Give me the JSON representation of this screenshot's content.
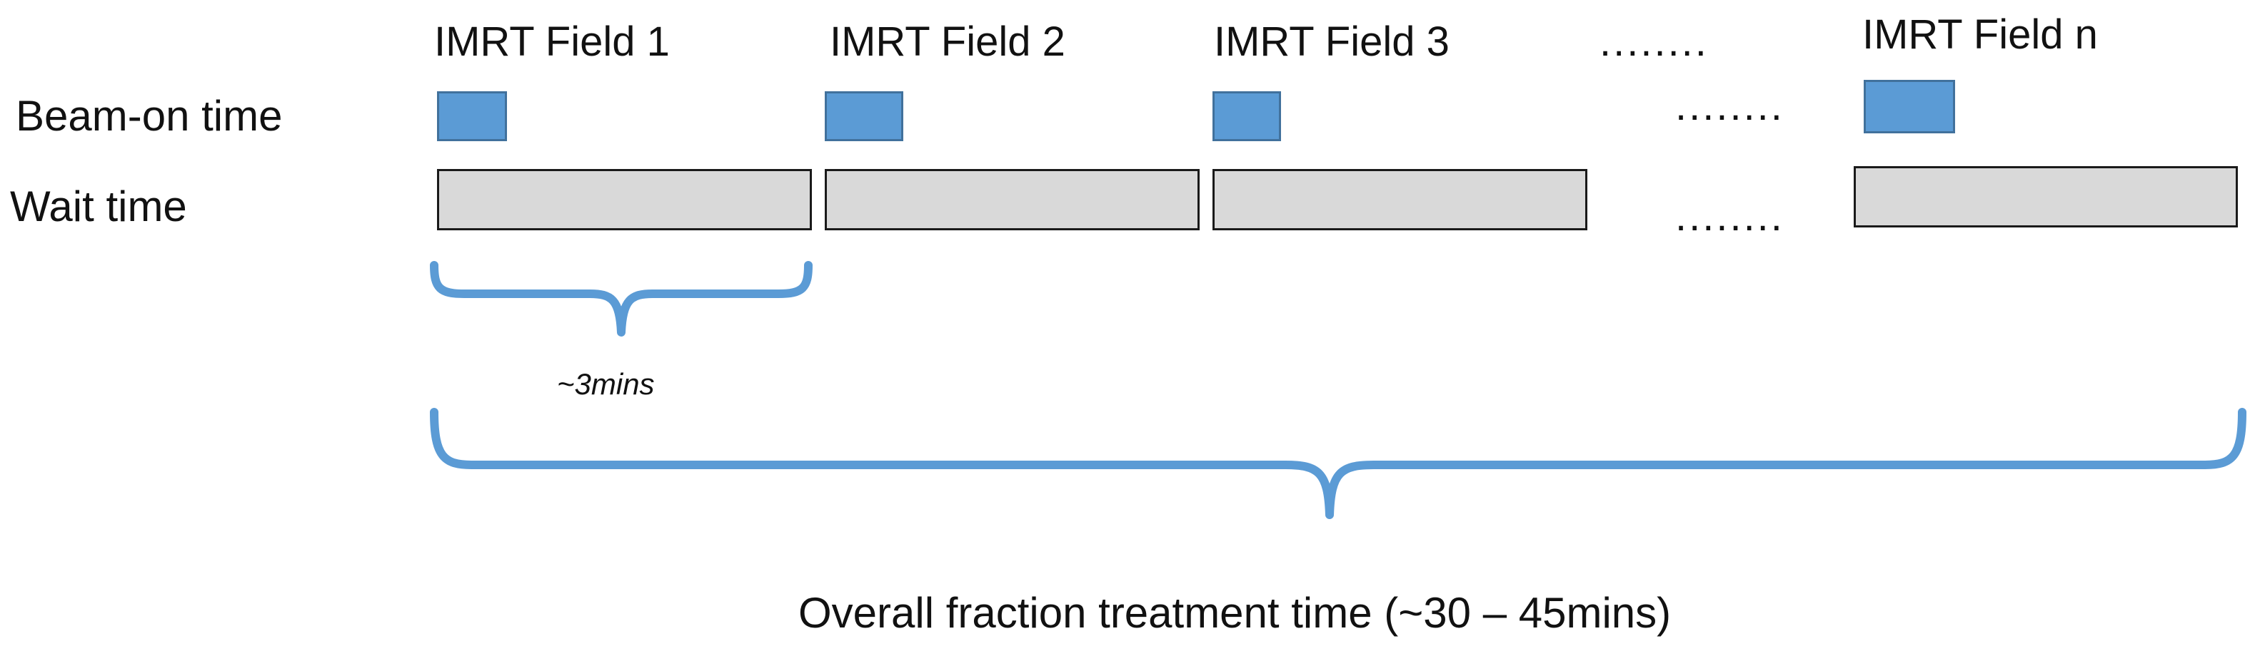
{
  "rows": {
    "beam_on_label": "Beam-on time",
    "wait_label": "Wait time"
  },
  "fields": [
    {
      "title": "IMRT Field 1"
    },
    {
      "title": "IMRT Field 2"
    },
    {
      "title": "IMRT Field 3"
    },
    {
      "title": "IMRT Field n"
    }
  ],
  "ellipsis": {
    "title_row": "........",
    "beam_row": "........",
    "wait_row": "........"
  },
  "brackets": {
    "single_field_label": "~3mins",
    "overall_label": "Overall fraction treatment time (~30 – 45mins)"
  },
  "colors": {
    "beam_fill": "#5b9bd5",
    "beam_border": "#41719c",
    "wait_fill": "#d9d9d9",
    "wait_border": "#1a1a1a",
    "bracket": "#5b9bd5"
  }
}
